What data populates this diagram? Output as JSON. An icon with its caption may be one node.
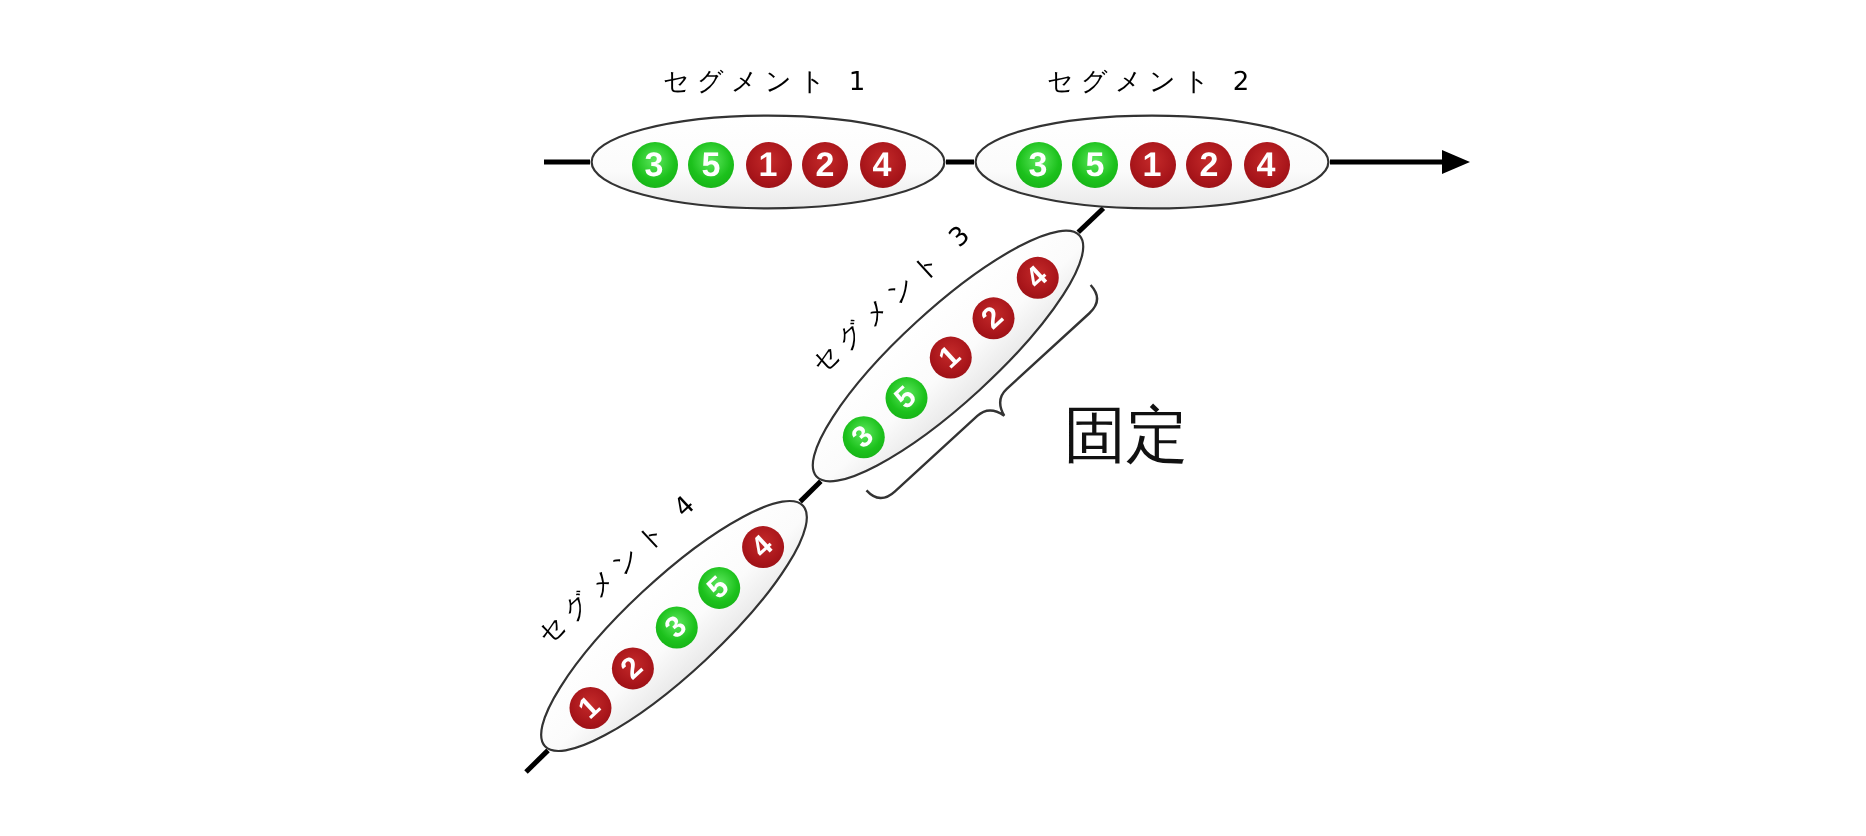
{
  "diagram": {
    "nodes": [
      {
        "text": [
          "セグメント 1"
        ]
      },
      {
        "text": [
          "3"
        ],
        "in": 0
      },
      {
        "text": [
          "5"
        ],
        "in": 0
      },
      {
        "text": [
          "1"
        ],
        "in": 0
      },
      {
        "text": [
          "2"
        ],
        "in": 0
      },
      {
        "text": [
          "4"
        ],
        "in": 0
      },
      {
        "text": [
          "セグメント 2"
        ]
      },
      {
        "text": [
          "3"
        ],
        "in": 6
      },
      {
        "text": [
          "5"
        ],
        "in": 6
      },
      {
        "text": [
          "1"
        ],
        "in": 6
      },
      {
        "text": [
          "2"
        ],
        "in": 6
      },
      {
        "text": [
          "4"
        ],
        "in": 6
      },
      {
        "text": [
          "セグメント 3"
        ]
      },
      {
        "text": [
          "3"
        ],
        "in": 12
      },
      {
        "text": [
          "5"
        ],
        "in": 12
      },
      {
        "text": [
          "1"
        ],
        "in": 12
      },
      {
        "text": [
          "2"
        ],
        "in": 12
      },
      {
        "text": [
          "4"
        ],
        "in": 12
      },
      {
        "text": [
          "セグメント 4"
        ]
      },
      {
        "text": [
          "1"
        ],
        "in": 18
      },
      {
        "text": [
          "2"
        ],
        "in": 18
      },
      {
        "text": [
          "3"
        ],
        "in": 18
      },
      {
        "text": [
          "5"
        ],
        "in": 18
      },
      {
        "text": [
          "4"
        ],
        "in": 18
      }
    ],
    "edges": [
      {
        "from": null,
        "to": 0,
        "arrow": "none"
      },
      {
        "from": 0,
        "to": 6,
        "arrow": "none"
      },
      {
        "from": 6,
        "to": null,
        "arrow": "to"
      },
      {
        "from": 6,
        "to": 12,
        "arrow": "none"
      },
      {
        "from": 12,
        "to": 18,
        "arrow": "none"
      },
      {
        "from": 18,
        "to": null,
        "arrow": "none"
      }
    ],
    "labels": [
      "固定"
    ]
  }
}
